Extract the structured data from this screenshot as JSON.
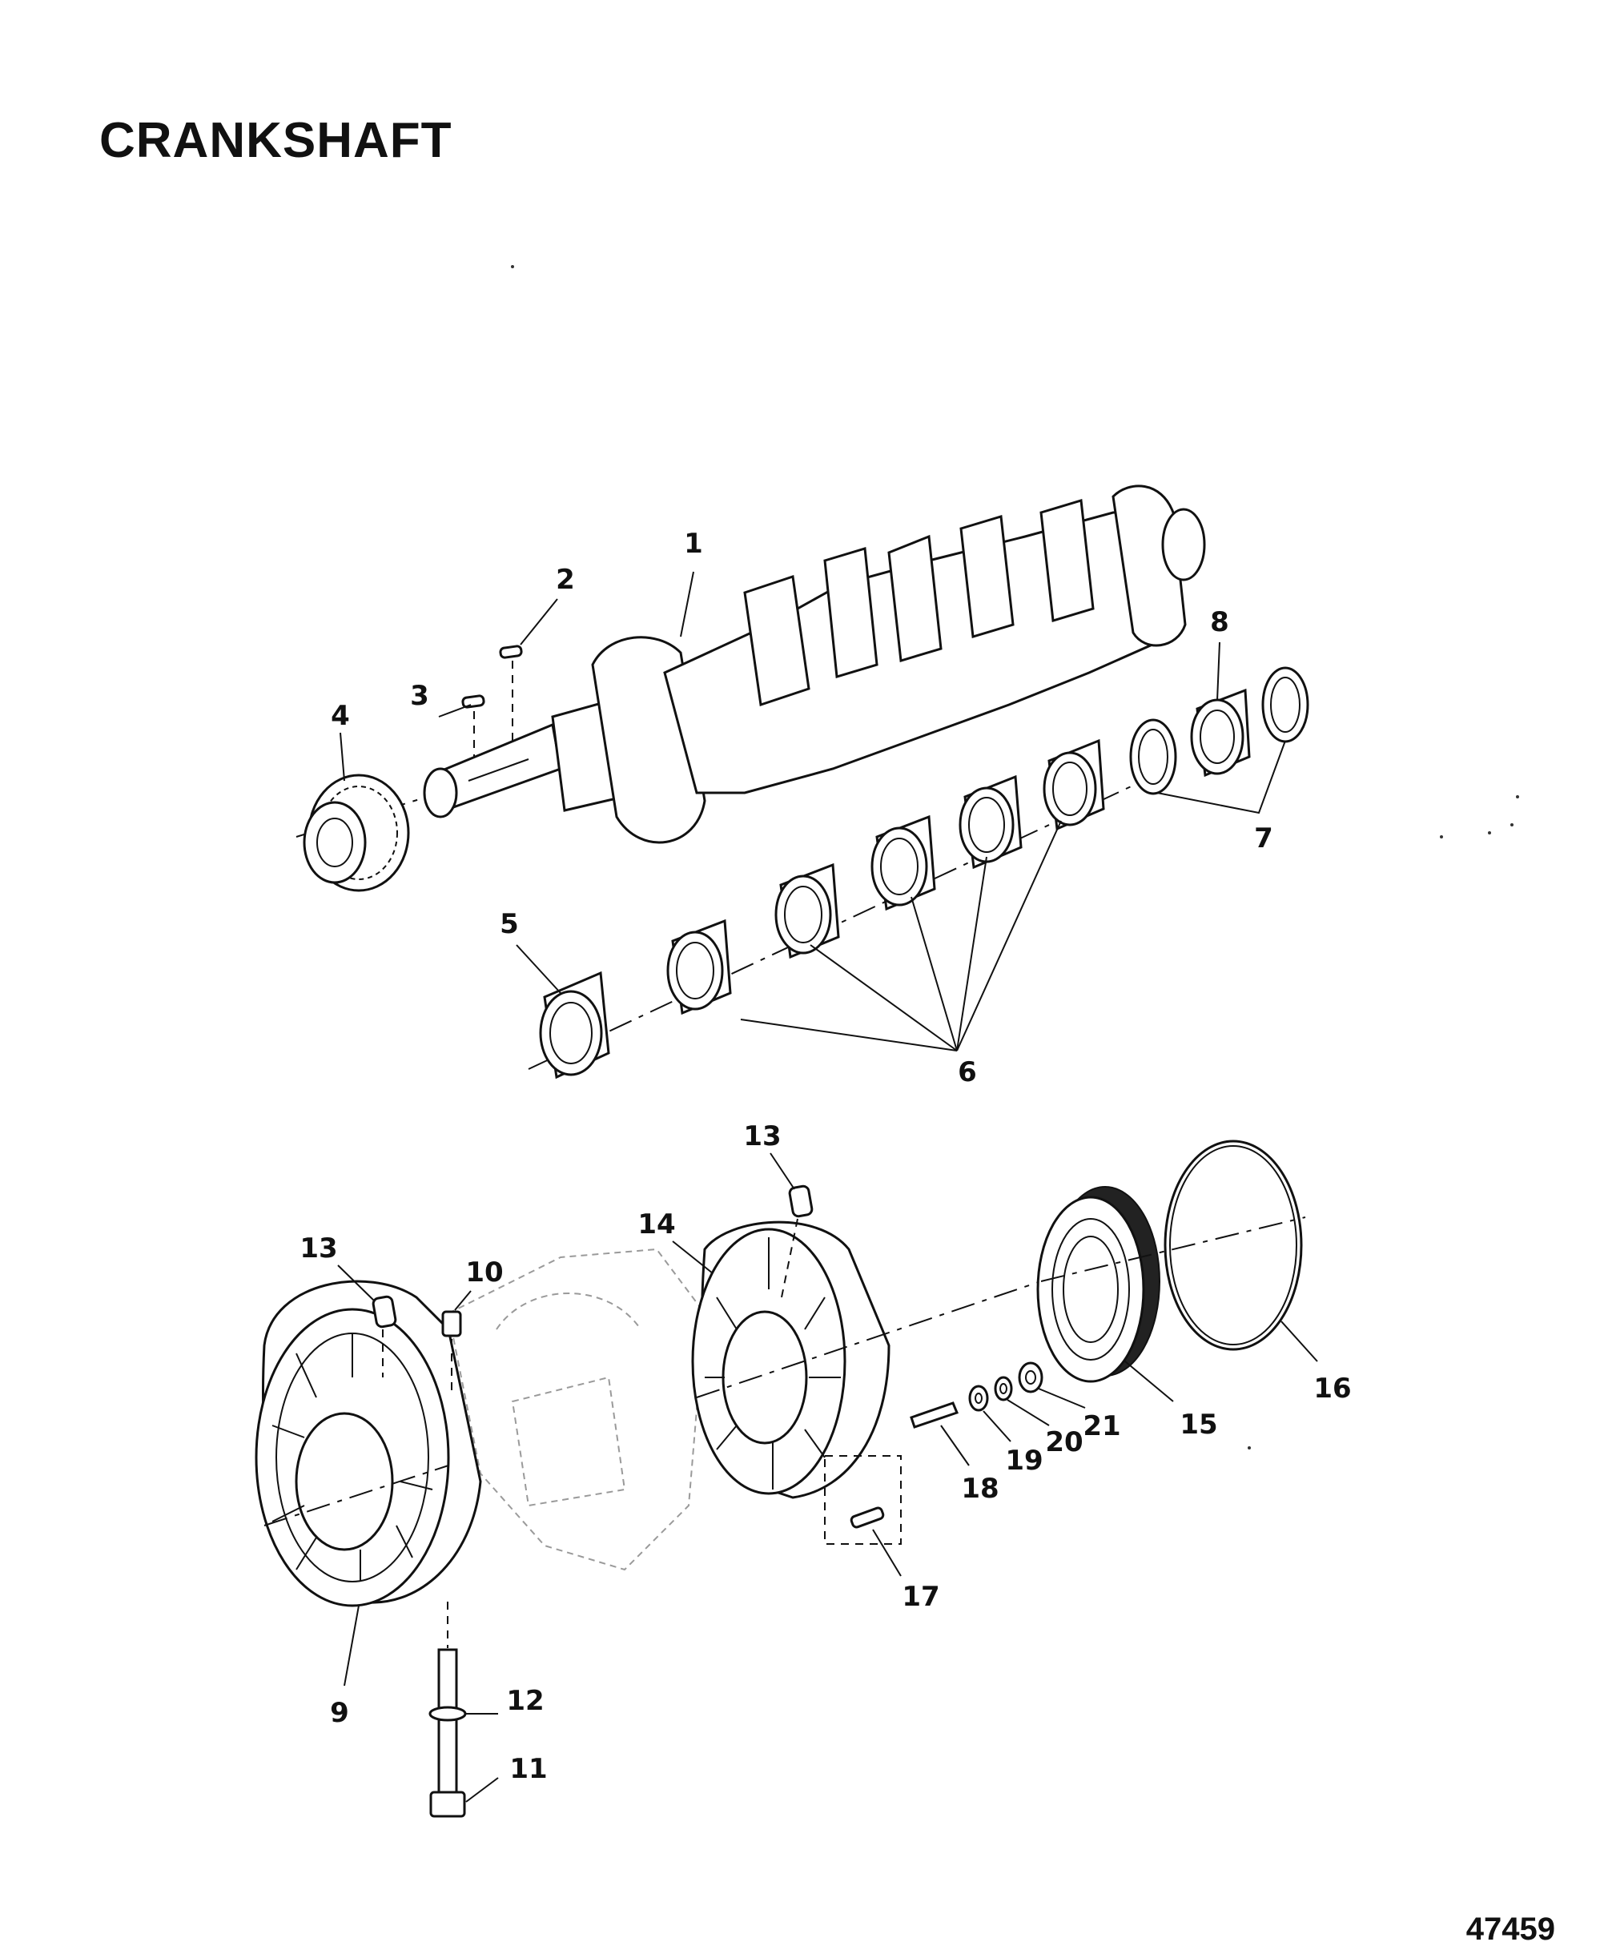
{
  "title": "CRANKSHAFT",
  "drawing_number": "47459",
  "callouts": [
    {
      "id": "c1",
      "label": "1"
    },
    {
      "id": "c2",
      "label": "2"
    },
    {
      "id": "c3",
      "label": "3"
    },
    {
      "id": "c4",
      "label": "4"
    },
    {
      "id": "c5",
      "label": "5"
    },
    {
      "id": "c6",
      "label": "6"
    },
    {
      "id": "c7",
      "label": "7"
    },
    {
      "id": "c8",
      "label": "8"
    },
    {
      "id": "c9",
      "label": "9"
    },
    {
      "id": "c10",
      "label": "10"
    },
    {
      "id": "c11",
      "label": "11"
    },
    {
      "id": "c12",
      "label": "12"
    },
    {
      "id": "c13a",
      "label": "13"
    },
    {
      "id": "c13b",
      "label": "13"
    },
    {
      "id": "c14",
      "label": "14"
    },
    {
      "id": "c15",
      "label": "15"
    },
    {
      "id": "c16",
      "label": "16"
    },
    {
      "id": "c17",
      "label": "17"
    },
    {
      "id": "c18",
      "label": "18"
    },
    {
      "id": "c19",
      "label": "19"
    },
    {
      "id": "c20",
      "label": "20"
    },
    {
      "id": "c21",
      "label": "21"
    }
  ]
}
